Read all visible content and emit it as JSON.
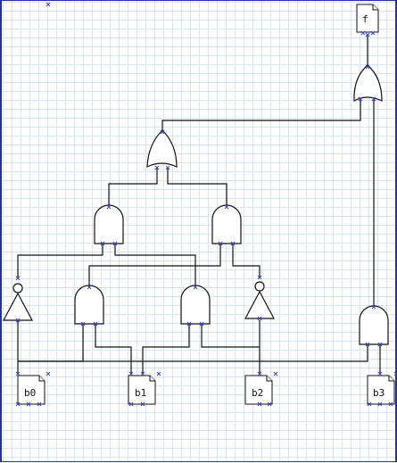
{
  "circuit": {
    "inputs": [
      {
        "id": "b0",
        "label": "b0"
      },
      {
        "id": "b1",
        "label": "b1"
      },
      {
        "id": "b2",
        "label": "b2"
      },
      {
        "id": "b3",
        "label": "b3"
      }
    ],
    "output": {
      "id": "f",
      "label": "f"
    },
    "gates": [
      {
        "id": "not-b0",
        "type": "NOT"
      },
      {
        "id": "and-left",
        "type": "AND"
      },
      {
        "id": "and-mid",
        "type": "AND"
      },
      {
        "id": "not-b2",
        "type": "NOT"
      },
      {
        "id": "and-upper-left",
        "type": "AND"
      },
      {
        "id": "and-upper-right",
        "type": "AND"
      },
      {
        "id": "or-mid",
        "type": "OR"
      },
      {
        "id": "and-b3",
        "type": "AND"
      },
      {
        "id": "or-out",
        "type": "OR"
      }
    ]
  },
  "colors": {
    "grid": "#d7e6ee",
    "border": "#2b2f9e",
    "wire": "#111111",
    "port": "#3a46c0"
  }
}
